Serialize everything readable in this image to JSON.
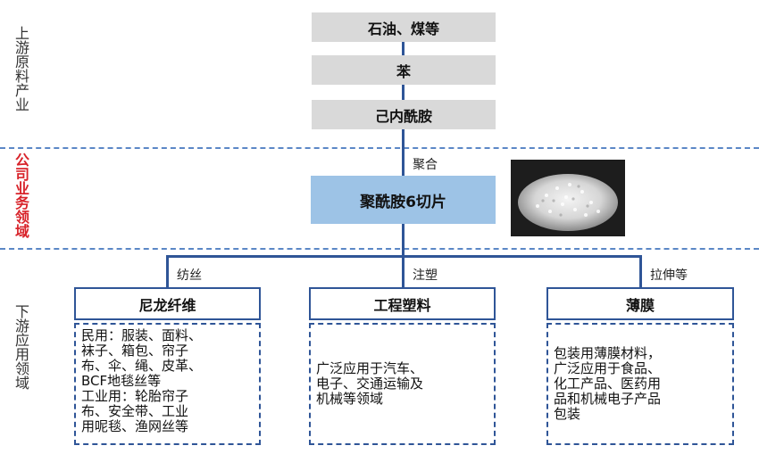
{
  "side_labels": {
    "upstream": "上游原料产业",
    "company": "公司业务领域",
    "downstream": "下游应用领域"
  },
  "upstream_chain": [
    "石油、煤等",
    "苯",
    "己内酰胺"
  ],
  "process_label": "聚合",
  "core_product": "聚酰胺6切片",
  "product_image_icon": "pellets-photo",
  "branches": [
    {
      "process": "纺丝",
      "name": "尼龙纤维",
      "lines": [
        "民用：服装、面料、",
        "袜子、箱包、帘子",
        "布、伞、绳、皮革、",
        "BCF地毯丝等",
        "工业用：轮胎帘子",
        "布、安全带、工业",
        "用呢毯、渔网丝等"
      ]
    },
    {
      "process": "注塑",
      "name": "工程塑料",
      "lines": [
        "广泛应用于汽车、",
        "电子、交通运输及",
        "机械等领域"
      ]
    },
    {
      "process": "拉伸等",
      "name": "薄膜",
      "lines": [
        "包装用薄膜材料，",
        "广泛应用于食品、",
        "化工产品、医药用",
        "品和机械电子产品",
        "包装"
      ]
    }
  ],
  "colors": {
    "dashed_divider": "#5b87c6",
    "connector": "#2f5597",
    "company_label": "#d8232a",
    "chain_box": "#d9d9d9",
    "core_box": "#9dc3e6"
  }
}
